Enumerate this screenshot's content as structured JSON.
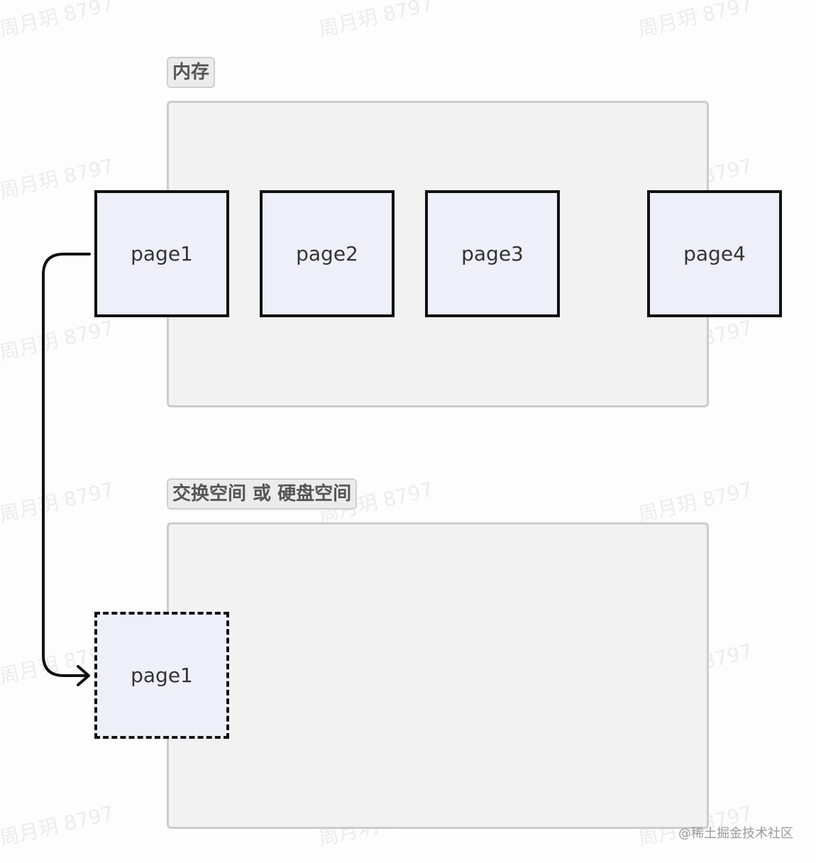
{
  "memory_region": {
    "label": "内存",
    "pages": [
      {
        "label": "page1"
      },
      {
        "label": "page2"
      },
      {
        "label": "page3"
      },
      {
        "label": "page4"
      }
    ]
  },
  "swap_region": {
    "label": "交换空间 或 硬盘空间",
    "pages": [
      {
        "label": "page1"
      }
    ]
  },
  "watermark_text": "周月玥 8797",
  "footer": {
    "source_text": "@稀土掘金技术社区"
  },
  "colors": {
    "region_fill": "#f2f2f2",
    "page_fill": "#edf0f8",
    "border": "#111111"
  }
}
